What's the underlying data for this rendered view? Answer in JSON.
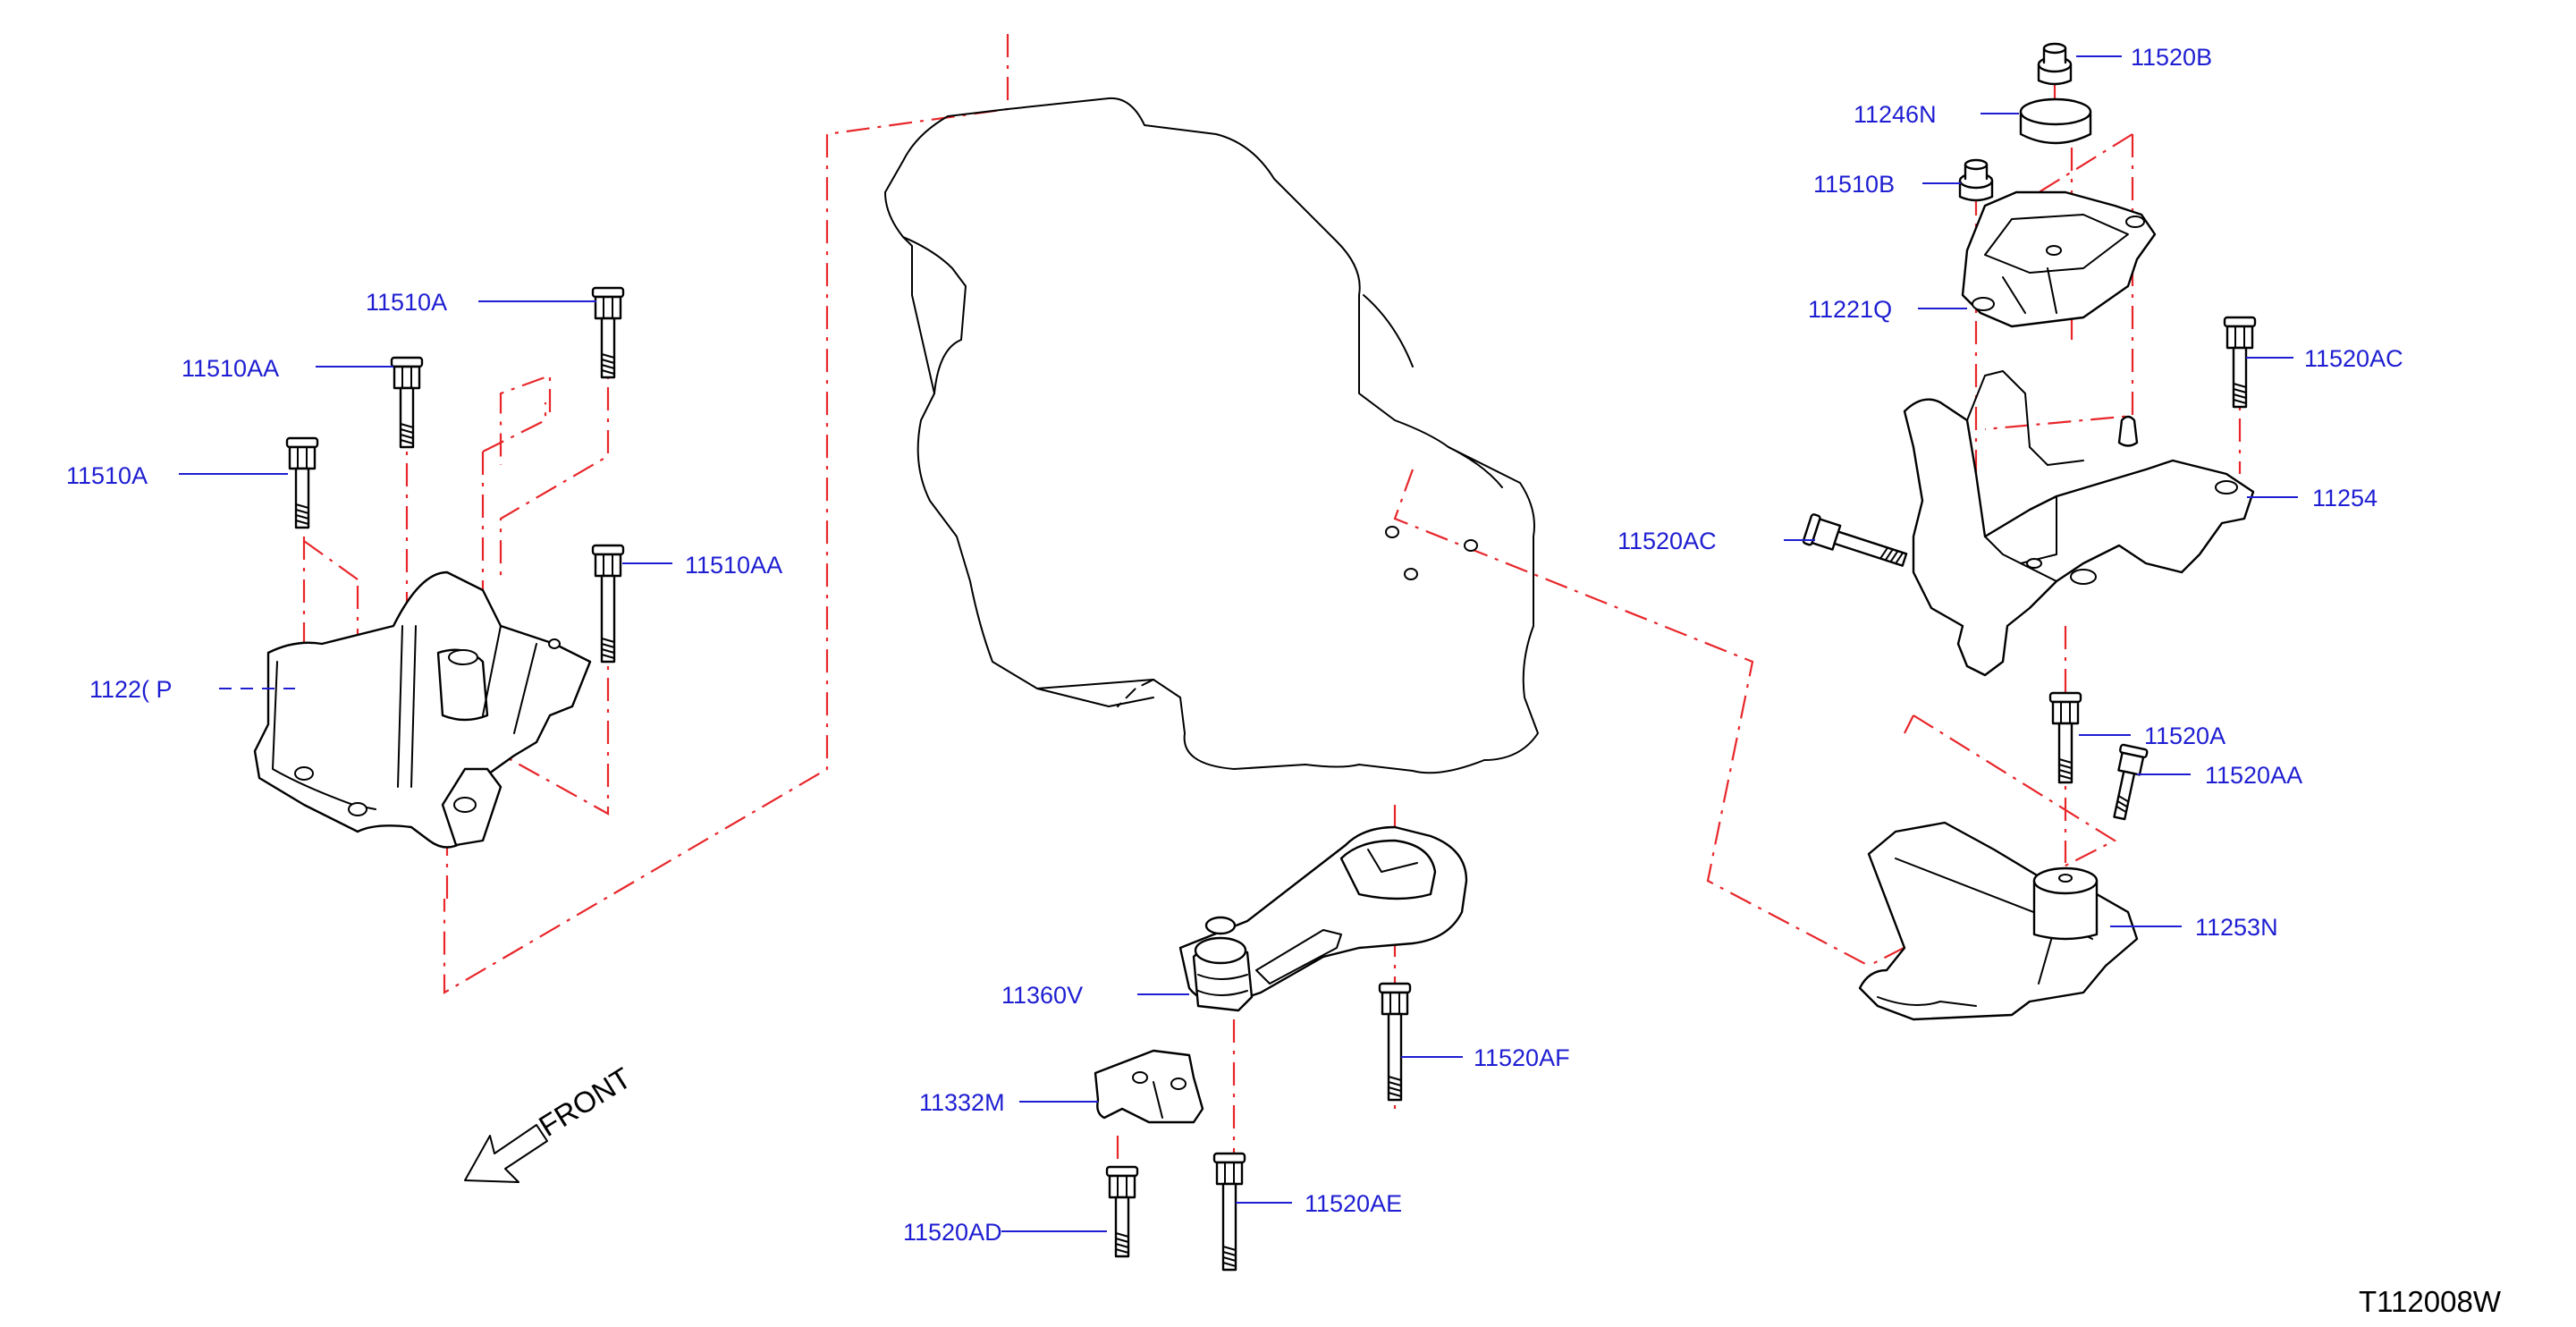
{
  "diagram_code": "T112008W",
  "front_label": "FRONT",
  "callouts": {
    "c11510A_top": "11510A",
    "c11510AA_top": "11510AA",
    "c11510A_left": "11510A",
    "c11510AA_right": "11510AA",
    "c11220P": "1122( P",
    "c11520B": "11520B",
    "c11246N": "11246N",
    "c11510B": "11510B",
    "c11221Q": "11221Q",
    "c11520AC_top": "11520AC",
    "c11254": "11254",
    "c11520AC_left": "11520AC",
    "c11520A": "11520A",
    "c11520AA": "11520AA",
    "c11253N": "11253N",
    "c11360V": "11360V",
    "c11520AF": "11520AF",
    "c11332M": "11332M",
    "c11520AE": "11520AE",
    "c11520AD": "11520AD"
  }
}
